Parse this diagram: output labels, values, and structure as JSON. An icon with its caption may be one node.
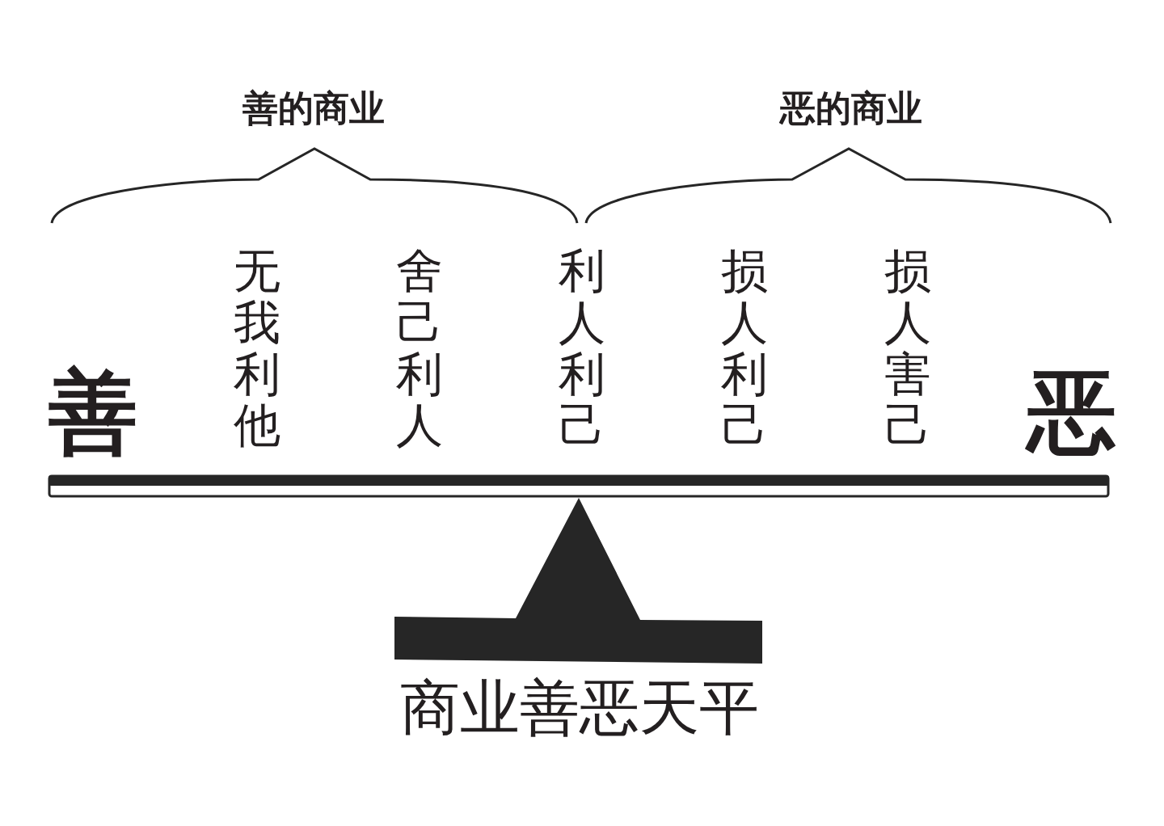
{
  "diagram": {
    "title": "商业善恶天平",
    "labels": [
      "善的商业",
      "恶的商业",
      "善",
      "无我利他",
      "舍己利人",
      "利人利己",
      "损人利己",
      "损人害己",
      "恶"
    ]
  }
}
